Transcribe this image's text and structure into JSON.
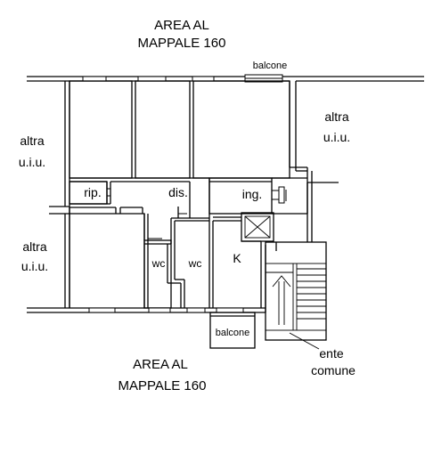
{
  "labels": {
    "area_top_line1": "AREA AL",
    "area_top_line2": "MAPPALE 160",
    "area_bottom_line1": "AREA AL",
    "area_bottom_line2": "MAPPALE 160",
    "balcone_top": "balcone",
    "balcone_bottom": "balcone",
    "altra_uiu_right_1": "altra",
    "altra_uiu_right_2": "u.i.u.",
    "altra_uiu_left_top_1": "altra",
    "altra_uiu_left_top_2": "u.i.u.",
    "altra_uiu_left_bottom_1": "altra",
    "altra_uiu_left_bottom_2": "u.i.u.",
    "rip": "rip.",
    "dis": "dis.",
    "ing": "ing.",
    "wc_left": "wc",
    "wc_right": "wc",
    "kitchen": "K",
    "ente_comune_1": "ente",
    "ente_comune_2": "comune"
  }
}
